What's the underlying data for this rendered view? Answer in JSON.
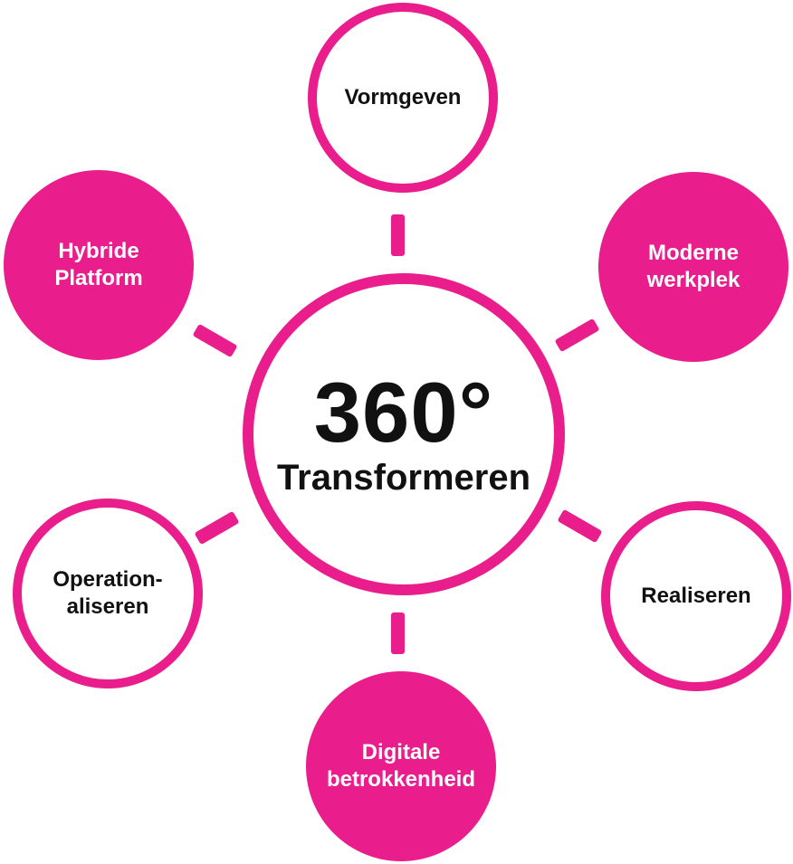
{
  "diagram": {
    "type": "hub-and-spoke",
    "colors": {
      "accent_pink": "#E91E8C",
      "text_dark": "#111111",
      "text_light": "#FFFFFF",
      "background": "#FFFFFF"
    },
    "center": {
      "line1": "360°",
      "line2": "Transformeren"
    },
    "nodes": [
      {
        "id": "vormgeven",
        "label": "Vormgeven",
        "variant": "outline",
        "position": "top"
      },
      {
        "id": "moderne-werkplek",
        "label": "Moderne\nwerkplek",
        "variant": "filled",
        "position": "top-right"
      },
      {
        "id": "realiseren",
        "label": "Realiseren",
        "variant": "outline",
        "position": "bottom-right"
      },
      {
        "id": "digitale-betrokkenheid",
        "label": "Digitale\nbetrokkenheid",
        "variant": "filled",
        "position": "bottom"
      },
      {
        "id": "operationaliseren",
        "label": "Operation-\naliseren",
        "variant": "outline",
        "position": "bottom-left"
      },
      {
        "id": "hybride-platform",
        "label": "Hybride\nPlatform",
        "variant": "filled",
        "position": "top-left"
      }
    ]
  }
}
